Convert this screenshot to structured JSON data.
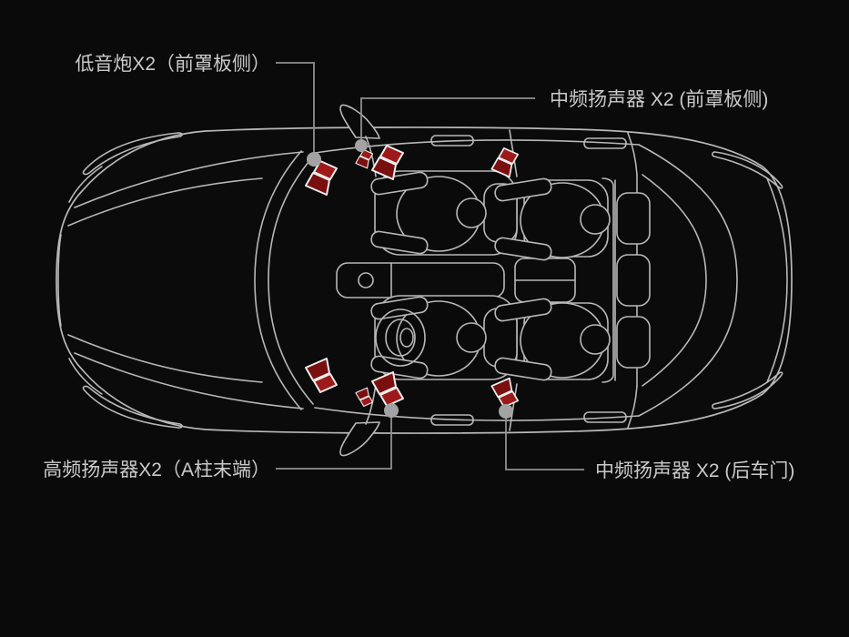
{
  "page": {
    "background": "#0a0a0a"
  },
  "diagram": {
    "colors": {
      "background": "#0a0a0a",
      "car_line": "#b8b8b8",
      "speaker_magnet_red": "#9e1a1a",
      "speaker_cone_red": "#7a0f0f",
      "speaker_outline": "#ededed",
      "leader_line": "#909090",
      "marker_dot": "#a3a3a3",
      "label_text": "#cacaca"
    },
    "icons": {
      "speaker": "speaker-horn-icon",
      "marker": "marker-dot"
    },
    "callouts": [
      {
        "id": "subwoofer-front-cowl",
        "text": "低音炮X2（前罩板侧）"
      },
      {
        "id": "midrange-front-cowl",
        "text": "中频扬声器 X2 (前罩板侧)"
      },
      {
        "id": "tweeter-a-pillar-end",
        "text": "高频扬声器X2（A柱末端）"
      },
      {
        "id": "midrange-rear-door",
        "text": "中频扬声器 X2 (后车门)"
      }
    ]
  }
}
